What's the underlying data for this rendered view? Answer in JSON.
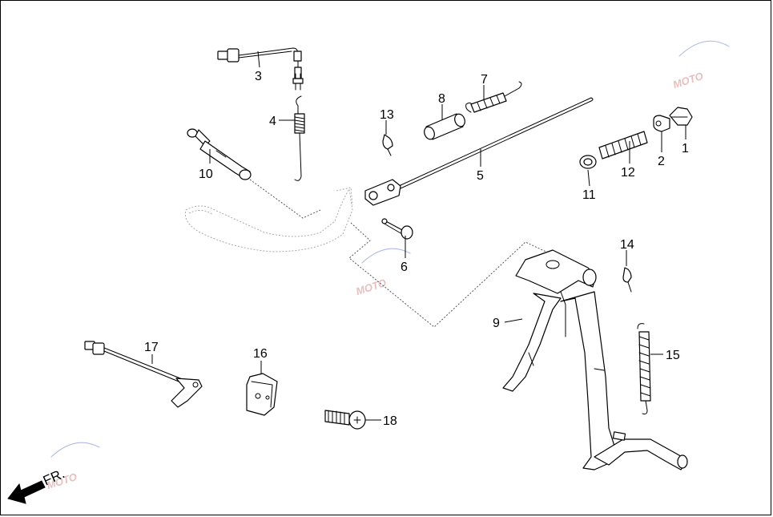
{
  "diagram": {
    "callouts": [
      {
        "id": "c1",
        "label": "1"
      },
      {
        "id": "c2",
        "label": "2"
      },
      {
        "id": "c3",
        "label": "3"
      },
      {
        "id": "c4",
        "label": "4"
      },
      {
        "id": "c5",
        "label": "5"
      },
      {
        "id": "c6",
        "label": "6"
      },
      {
        "id": "c7",
        "label": "7"
      },
      {
        "id": "c8",
        "label": "8"
      },
      {
        "id": "c9",
        "label": "9"
      },
      {
        "id": "c10",
        "label": "10"
      },
      {
        "id": "c11",
        "label": "11"
      },
      {
        "id": "c12",
        "label": "12"
      },
      {
        "id": "c13",
        "label": "13"
      },
      {
        "id": "c14",
        "label": "14"
      },
      {
        "id": "c15",
        "label": "15"
      },
      {
        "id": "c16",
        "label": "16"
      },
      {
        "id": "c17",
        "label": "17"
      },
      {
        "id": "c18",
        "label": "18"
      }
    ],
    "direction_label": "FR.",
    "watermark_text": "MOTO",
    "colors": {
      "line": "#000000",
      "ghost": "#aaaaaa",
      "watermark": "#d88a8a"
    }
  }
}
